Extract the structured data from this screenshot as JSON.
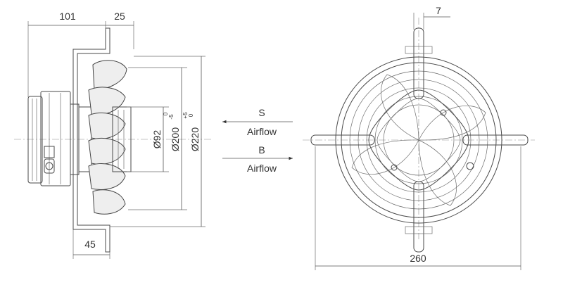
{
  "side_view": {
    "dim_depth": "101",
    "dim_grille_offset": "25",
    "dim_mount": "45",
    "dim_hub": "Ø92",
    "dim_blade": "Ø200",
    "dim_blade_tol_upper": "0",
    "dim_blade_tol_lower": "-5",
    "dim_outer": "Ø220",
    "dim_outer_tol_upper": "+5",
    "dim_outer_tol_lower": "0"
  },
  "airflow": {
    "s_label": "S",
    "s_text": "Airflow",
    "b_label": "B",
    "b_text": "Airflow"
  },
  "front_view": {
    "dim_slot": "7",
    "dim_width": "260"
  },
  "colors": {
    "line": "#4a4a4a",
    "fill": "#eeeeee",
    "text": "#333333"
  }
}
